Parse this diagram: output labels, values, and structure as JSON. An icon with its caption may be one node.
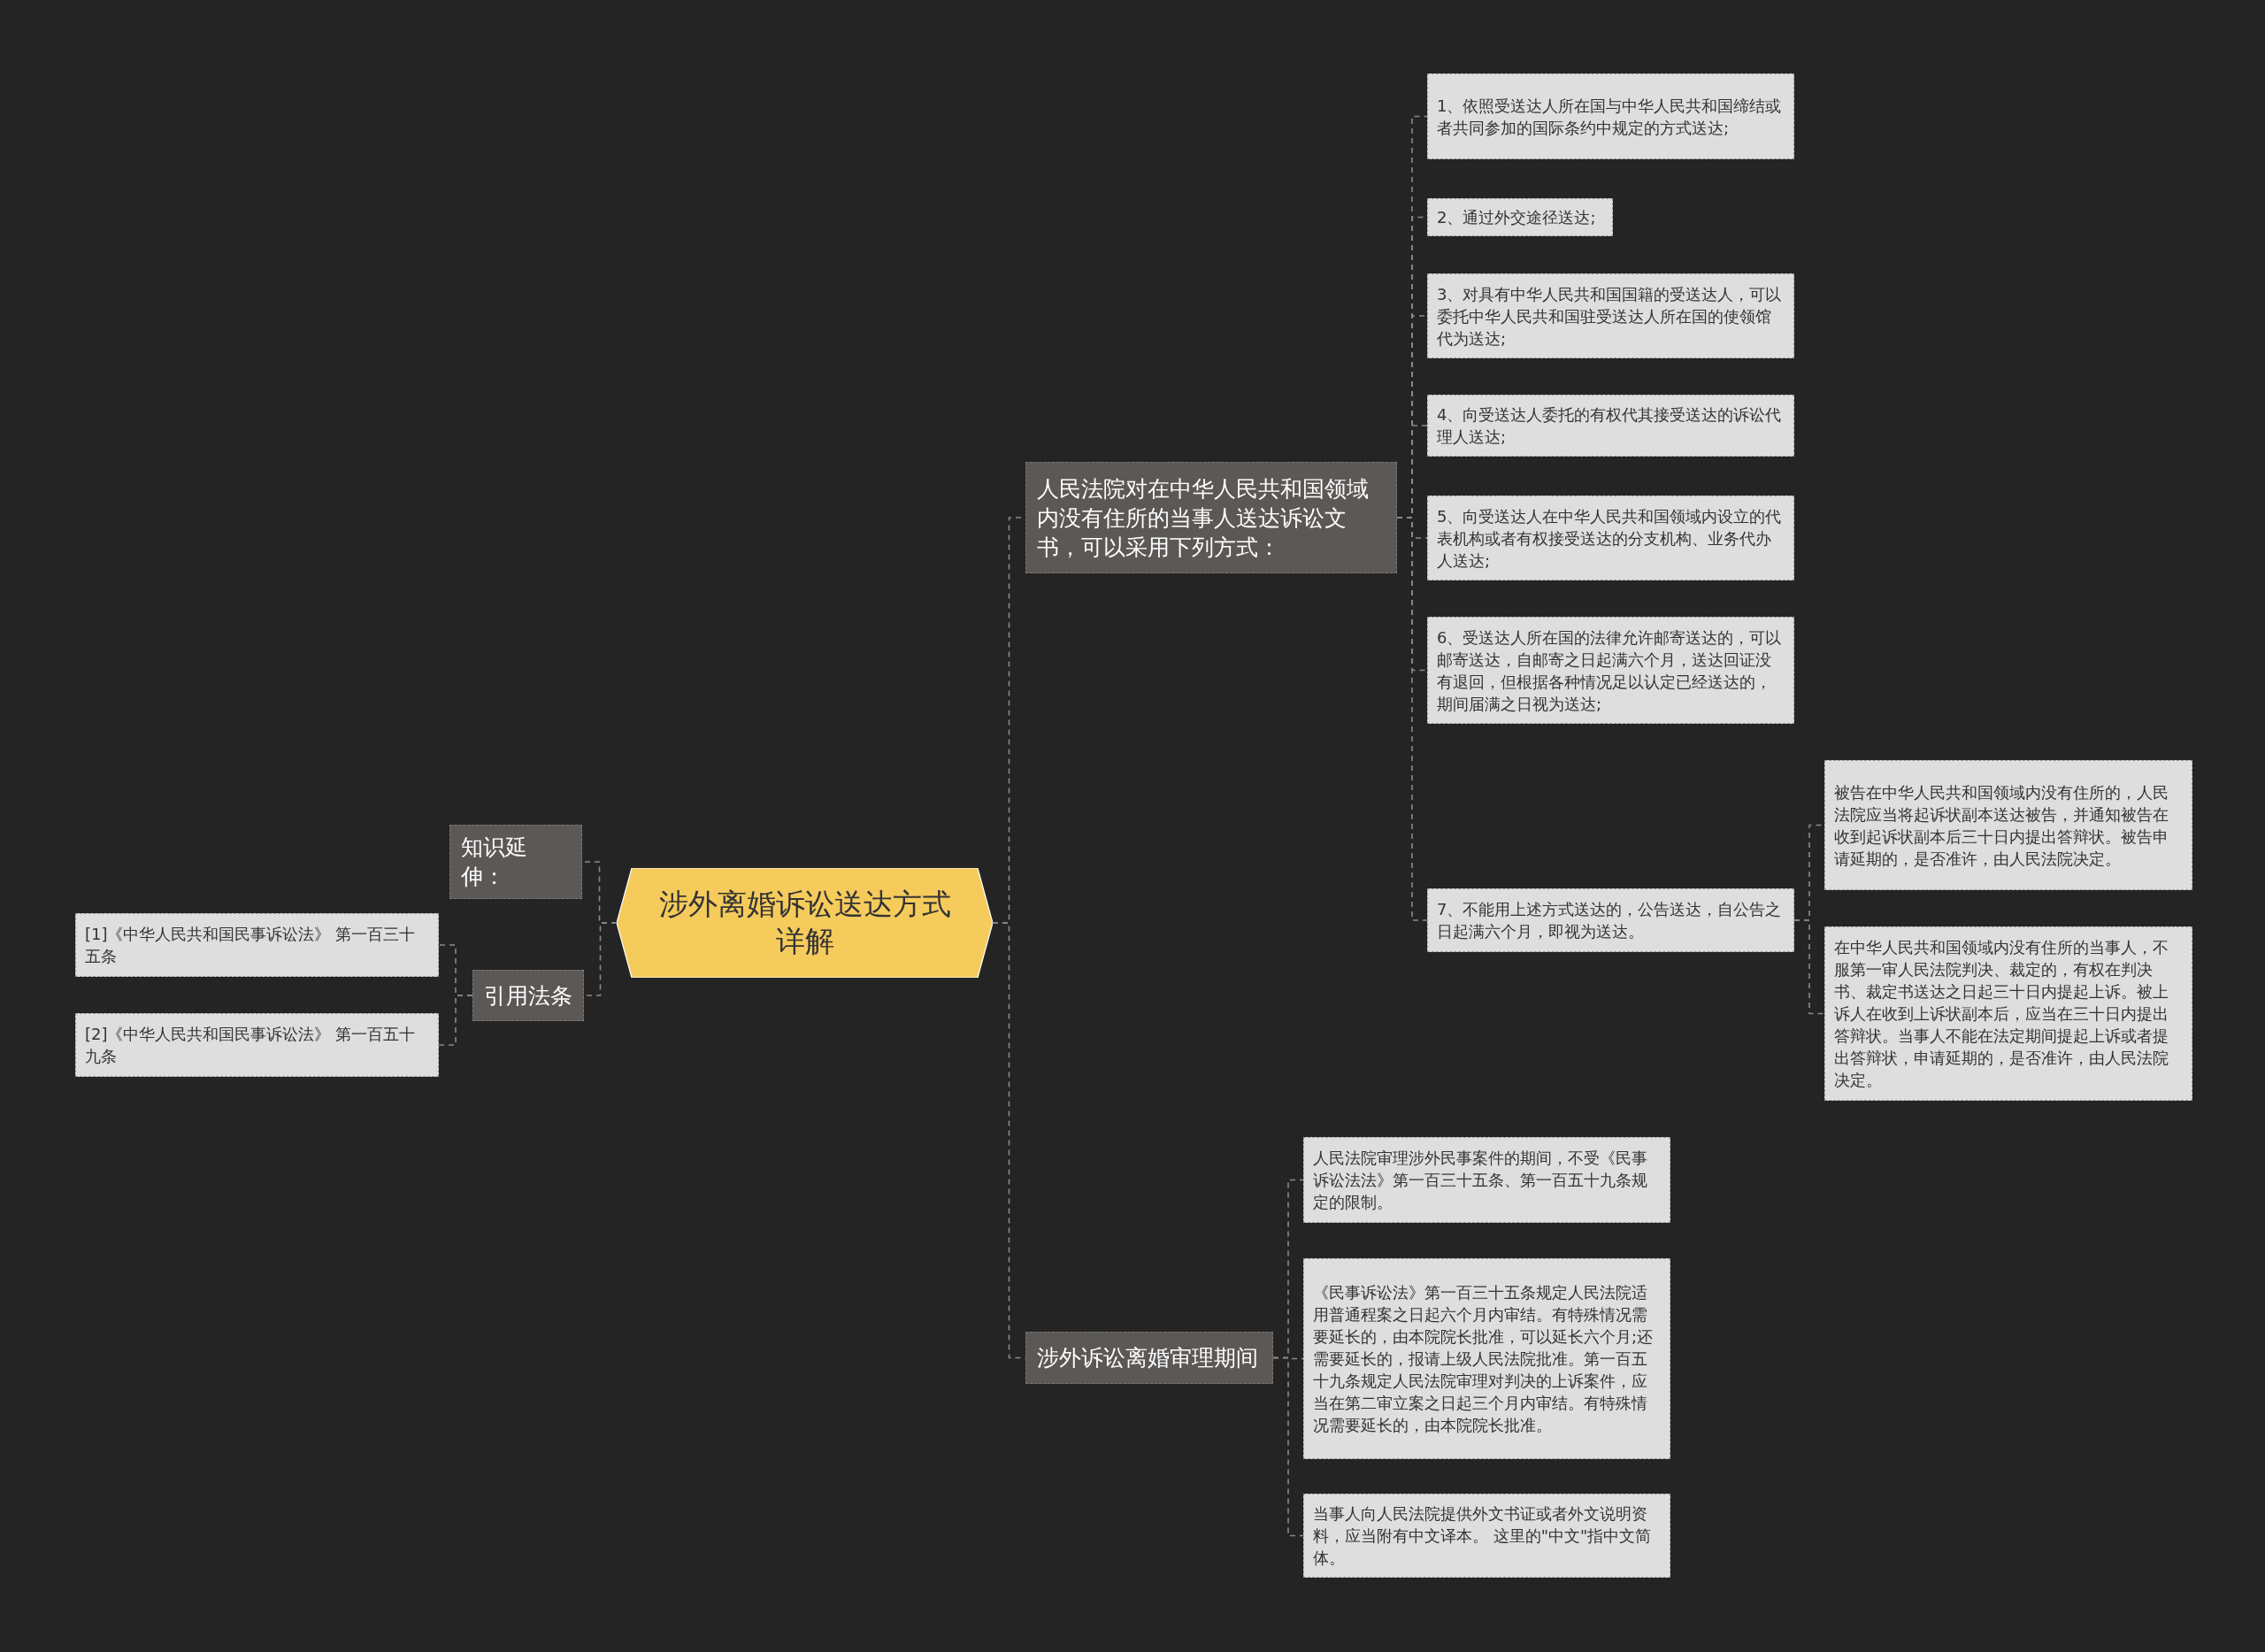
{
  "diagram": {
    "nodes": [
      {
        "text": [
          "涉外离婚诉讼送达方式详解"
        ]
      },
      {
        "text": [
          "知识延伸："
        ]
      },
      {
        "text": [
          "引用法条"
        ]
      },
      {
        "text": [
          "[1]《中华人民共和国民事诉讼法》 第一百三十五条"
        ]
      },
      {
        "text": [
          "[2]《中华人民共和国民事诉讼法》 第一百五十九条"
        ]
      },
      {
        "text": [
          "人民法院对在中华人民共和国领域内没有住所的当事人送达诉讼文书，可以采用下列方式："
        ]
      },
      {
        "text": [
          "1、依照受送达人所在国与中华人民共和国缔结或者共同参加的国际条约中规定的方式送达;"
        ]
      },
      {
        "text": [
          "2、通过外交途径送达;"
        ]
      },
      {
        "text": [
          "3、对具有中华人民共和国国籍的受送达人，可以委托中华人民共和国驻受送达人所在国的使领馆代为送达;"
        ]
      },
      {
        "text": [
          "4、向受送达人委托的有权代其接受送达的诉讼代理人送达;"
        ]
      },
      {
        "text": [
          "5、向受送达人在中华人民共和国领域内设立的代表机构或者有权接受送达的分支机构、业务代办人送达;"
        ]
      },
      {
        "text": [
          "6、受送达人所在国的法律允许邮寄送达的，可以邮寄送达，自邮寄之日起满六个月，送达回证没有退回，但根据各种情况足以认定已经送达的，期间届满之日视为送达;"
        ]
      },
      {
        "text": [
          "7、不能用上述方式送达的，公告送达，自公告之日起满六个月，即视为送达。"
        ]
      },
      {
        "text": [
          "被告在中华人民共和国领域内没有住所的，人民法院应当将起诉状副本送达被告，并通知被告在收到起诉状副本后三十日内提出答辩状。被告申请延期的，是否准许，由人民法院决定。"
        ]
      },
      {
        "text": [
          "在中华人民共和国领域内没有住所的当事人，不服第一审人民法院判决、裁定的，有权在判决书、裁定书送达之日起三十日内提起上诉。被上诉人在收到上诉状副本后，应当在三十日内提出答辩状。当事人不能在法定期间提起上诉或者提出答辩状，申请延期的，是否准许，由人民法院决定。"
        ]
      },
      {
        "text": [
          "涉外诉讼离婚审理期间"
        ]
      },
      {
        "text": [
          "人民法院审理涉外民事案件的期间，不受《民事诉讼法法》第一百三十五条、第一百五十九条规定的限制。"
        ]
      },
      {
        "text": [
          "《民事诉讼法》第一百三十五条规定人民法院适用普通程案之日起六个月内审结。有特殊情况需要延长的，由本院院长批准，可以延长六个月;还需要延长的，报请上级人民法院批准。第一百五十九条规定人民法院审理对判决的上诉案件，应当在第二审立案之日起三个月内审结。有特殊情况需要延长的，由本院院长批准。"
        ]
      },
      {
        "text": [
          "当事人向人民法院提供外文书证或者外文说明资料，应当附有中文译本。 这里的\"中文\"指中文简体。"
        ]
      }
    ],
    "edges": [
      {
        "from": 0,
        "to": 1,
        "arrow": "none"
      },
      {
        "from": 0,
        "to": 2,
        "arrow": "none"
      },
      {
        "from": 2,
        "to": 3,
        "arrow": "none"
      },
      {
        "from": 2,
        "to": 4,
        "arrow": "none"
      },
      {
        "from": 0,
        "to": 5,
        "arrow": "none"
      },
      {
        "from": 5,
        "to": 6,
        "arrow": "none"
      },
      {
        "from": 5,
        "to": 7,
        "arrow": "none"
      },
      {
        "from": 5,
        "to": 8,
        "arrow": "none"
      },
      {
        "from": 5,
        "to": 9,
        "arrow": "none"
      },
      {
        "from": 5,
        "to": 10,
        "arrow": "none"
      },
      {
        "from": 5,
        "to": 11,
        "arrow": "none"
      },
      {
        "from": 5,
        "to": 12,
        "arrow": "none"
      },
      {
        "from": 12,
        "to": 13,
        "arrow": "none"
      },
      {
        "from": 12,
        "to": 14,
        "arrow": "none"
      },
      {
        "from": 0,
        "to": 15,
        "arrow": "none"
      },
      {
        "from": 15,
        "to": 16,
        "arrow": "none"
      },
      {
        "from": 15,
        "to": 17,
        "arrow": "none"
      },
      {
        "from": 15,
        "to": 18,
        "arrow": "none"
      }
    ]
  }
}
